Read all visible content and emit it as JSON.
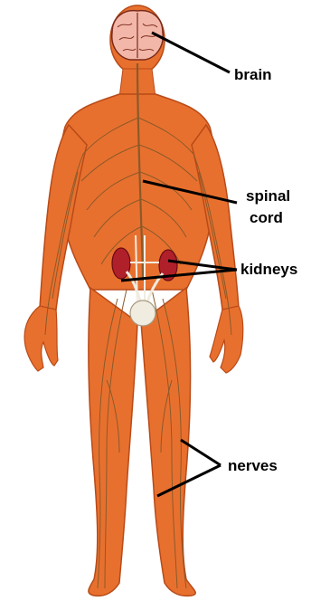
{
  "labels": {
    "brain": "brain",
    "spinal_line1": "spinal",
    "spinal_line2": "cord",
    "kidneys": "kidneys",
    "nerves": "nerves"
  },
  "colors": {
    "skin": "#e8702e",
    "skin_dark": "#b84a18",
    "nerve": "#8a5a2a",
    "brain": "#f2b7a8",
    "brain_outline": "#7a2a1a",
    "kidney": "#b0202a",
    "bladder": "#f0ece0",
    "leader_line": "#000000"
  }
}
